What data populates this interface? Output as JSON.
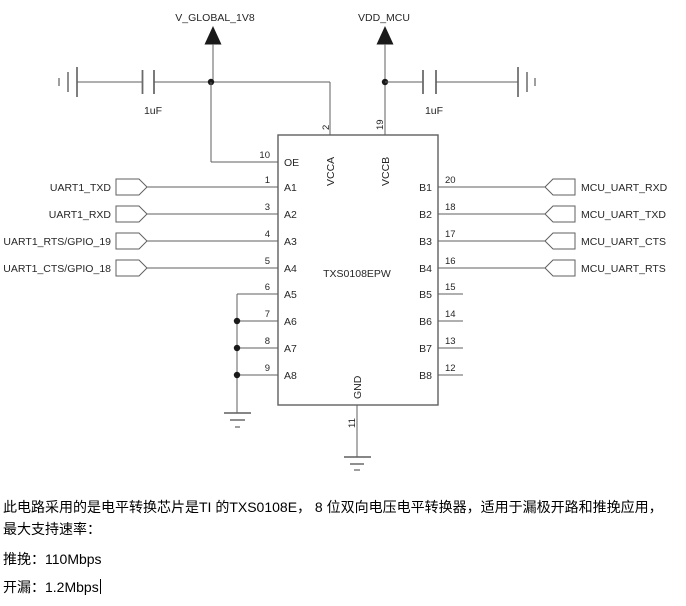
{
  "schematic": {
    "rails": [
      {
        "name": "V_GLOBAL_1V8",
        "cap": "1uF"
      },
      {
        "name": "VDD_MCU",
        "cap": "1uF"
      }
    ],
    "chip": {
      "part": "TXS0108EPW",
      "left_pins": [
        {
          "num": "10",
          "name": "OE"
        },
        {
          "num": "1",
          "name": "A1"
        },
        {
          "num": "3",
          "name": "A2"
        },
        {
          "num": "4",
          "name": "A3"
        },
        {
          "num": "5",
          "name": "A4"
        },
        {
          "num": "6",
          "name": "A5"
        },
        {
          "num": "7",
          "name": "A6"
        },
        {
          "num": "8",
          "name": "A7"
        },
        {
          "num": "9",
          "name": "A8"
        }
      ],
      "right_pins": [
        {
          "num": "20",
          "name": "B1"
        },
        {
          "num": "18",
          "name": "B2"
        },
        {
          "num": "17",
          "name": "B3"
        },
        {
          "num": "16",
          "name": "B4"
        },
        {
          "num": "15",
          "name": "B5"
        },
        {
          "num": "14",
          "name": "B6"
        },
        {
          "num": "13",
          "name": "B7"
        },
        {
          "num": "12",
          "name": "B8"
        }
      ],
      "top_pins": [
        {
          "num": "2",
          "name": "VCCA"
        },
        {
          "num": "19",
          "name": "VCCB"
        }
      ],
      "bottom_pins": [
        {
          "num": "11",
          "name": "GND"
        }
      ]
    },
    "left_signals": [
      "UART1_TXD",
      "UART1_RXD",
      "UART1_RTS/GPIO_19",
      "UART1_CTS/GPIO_18"
    ],
    "right_signals": [
      "MCU_UART_RXD",
      "MCU_UART_TXD",
      "MCU_UART_CTS",
      "MCU_UART_RTS"
    ]
  },
  "notes": {
    "line1": "此电路采用的是电平转换芯片是TI 的TXS0108E， 8 位双向电压电平转换器，适用于漏极开路和推挽应用，",
    "line2": "最大支持速率：",
    "push_pull_label": "推挽：",
    "push_pull_value": "110Mbps",
    "open_drain_label": "开漏：",
    "open_drain_value": "1.2Mbps"
  }
}
